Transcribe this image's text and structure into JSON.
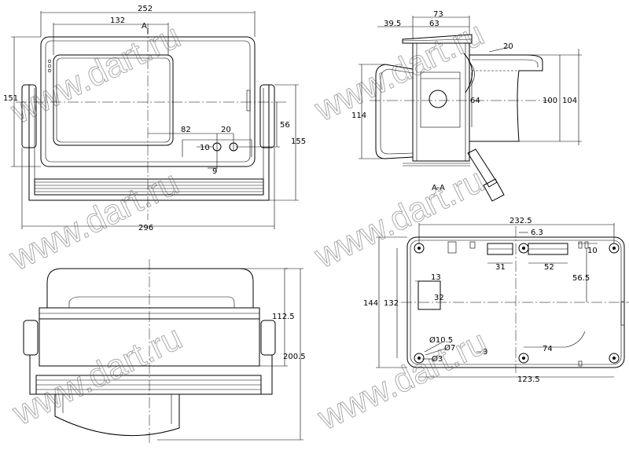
{
  "watermark": "www.dart.ru",
  "section_label": "A-A",
  "section_mark": "A",
  "front_view": {
    "width": "252",
    "width_left": "132",
    "height_left": "151",
    "w82": "82",
    "w20": "20",
    "h56": "56",
    "h155": "155",
    "h10": "10",
    "w9": "9",
    "total_width": "296"
  },
  "section_view": {
    "w73": "73",
    "w63": "63",
    "w39_5": "39.5",
    "h114": "114",
    "h64": "64",
    "h100": "100",
    "h104": "104",
    "r20": "20"
  },
  "bottom_view": {
    "w232_5": "232.5",
    "w6_3": "6.3",
    "h10": "10",
    "w31": "31",
    "w52": "52",
    "h56_5": "56.5",
    "h13": "13",
    "h32": "32",
    "h144": "144",
    "h132": "132",
    "d10_5": "Ø10.5",
    "d7": "Ø7",
    "d3": "Ø3",
    "w3": "3",
    "w74": "74",
    "w123_5": "123.5"
  },
  "side_view": {
    "h112_5": "112.5",
    "h200_5": "200.5"
  }
}
